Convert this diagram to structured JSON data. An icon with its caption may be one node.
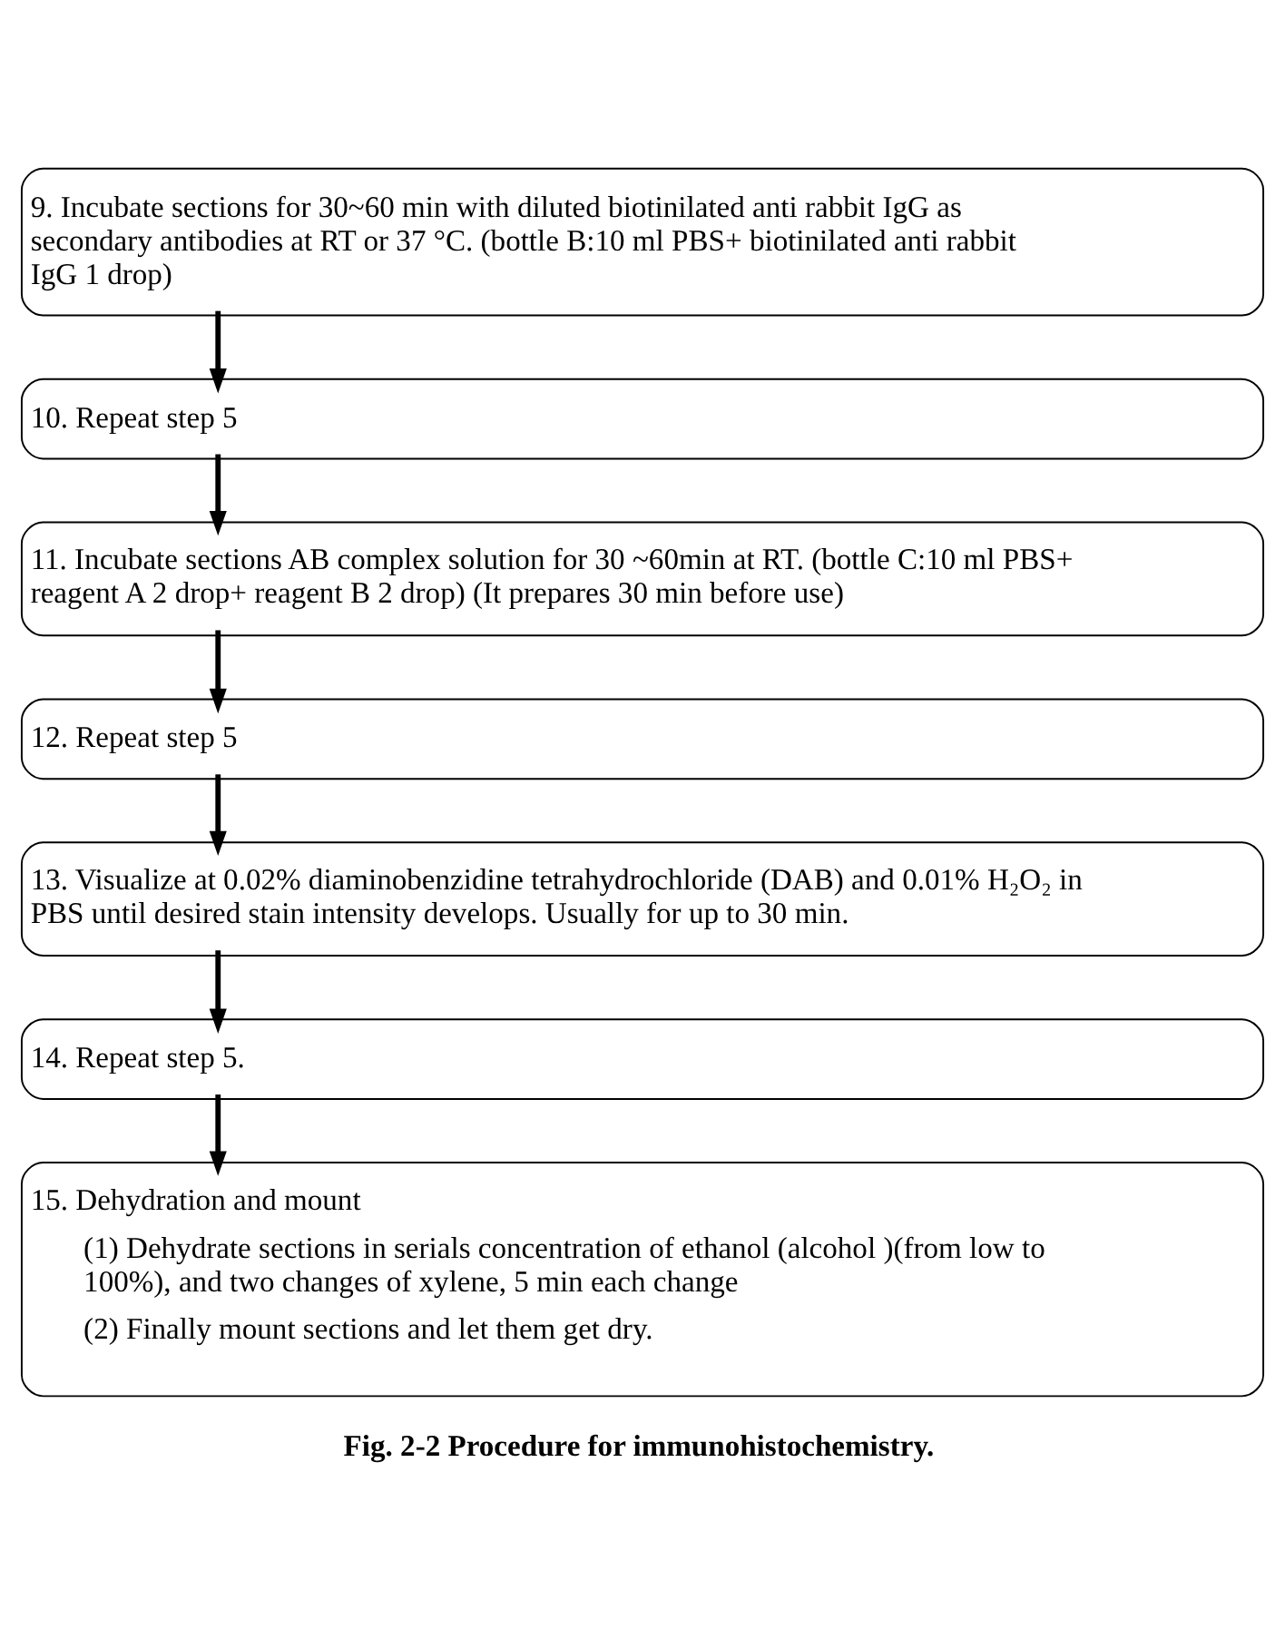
{
  "diagram": {
    "caption": "Fig. 2-2 Procedure for immunohistochemistry.",
    "nodes": [
      {
        "text": [
          "9. Incubate sections for 30~60 min with diluted biotinilated anti rabbit IgG as secondary antibodies at RT or 37 °C. (bottle B:10 ml PBS+ biotinilated anti rabbit IgG 1 drop)"
        ]
      },
      {
        "text": [
          "10. Repeat step 5"
        ]
      },
      {
        "text": [
          "11. Incubate sections AB complex solution for 30 ~60min at RT. (bottle C:10 ml PBS+ reagent A 2 drop+ reagent B 2 drop) (It prepares 30 min before use)"
        ]
      },
      {
        "text": [
          "12. Repeat step 5"
        ]
      },
      {
        "text": [
          "13. Visualize at 0.02% diaminobenzidine tetrahydrochloride (DAB) and 0.01% H₂O₂ in PBS until desired stain intensity develops. Usually for up to 30 min."
        ]
      },
      {
        "text": [
          "14. Repeat step 5."
        ]
      },
      {
        "text": [
          "15. Dehydration and mount",
          "(1) Dehydrate sections in serials concentration of ethanol (alcohol )(from low to 100%), and two changes of xylene, 5 min each change",
          "(2) Finally mount sections and let them get dry."
        ]
      }
    ],
    "edges": [
      {
        "from": 0,
        "to": 1,
        "arrow": "to"
      },
      {
        "from": 1,
        "to": 2,
        "arrow": "to"
      },
      {
        "from": 2,
        "to": 3,
        "arrow": "to"
      },
      {
        "from": 3,
        "to": 4,
        "arrow": "to"
      },
      {
        "from": 4,
        "to": 5,
        "arrow": "to"
      },
      {
        "from": 5,
        "to": 6,
        "arrow": "to"
      }
    ]
  }
}
